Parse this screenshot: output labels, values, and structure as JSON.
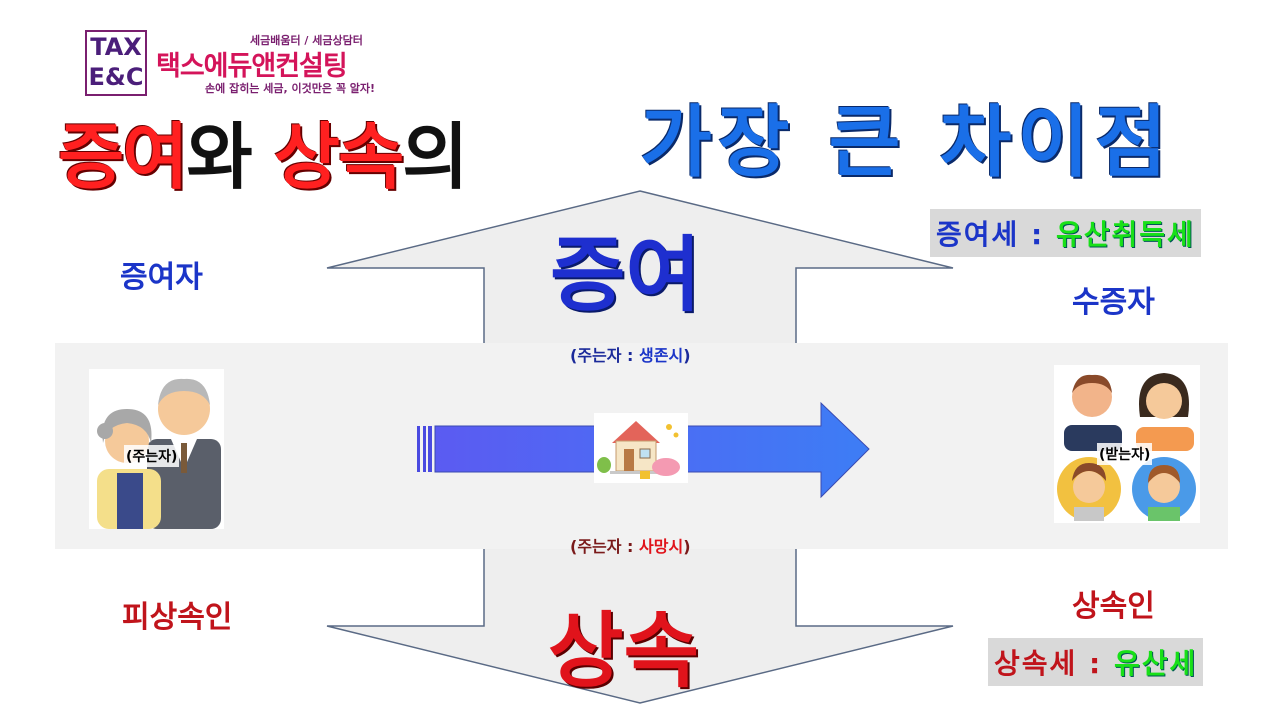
{
  "logo": {
    "mark_line1": "TAX",
    "mark_line2": "E&C",
    "tagline_top": "세금배움터 / 세금상담터",
    "company_name": "택스에듀앤컨설팅",
    "slogan": "손에 잡히는 세금, 이것만은 꼭 알자!"
  },
  "title": {
    "part1": "증여",
    "part2": "와 ",
    "part3": "상속",
    "part4": "의",
    "right": "가장 큰 차이점"
  },
  "gift": {
    "big_label": "증여",
    "giver": "증여자",
    "receiver": "수증자",
    "tax_prefix": "증여세 : ",
    "tax_type": "유산취득세",
    "condition_prefix": "(주는자 : ",
    "condition_value": "생존시",
    "condition_suffix": ")"
  },
  "inheritance": {
    "big_label": "상속",
    "giver": "피상속인",
    "receiver": "상속인",
    "tax_prefix": "상속세 : ",
    "tax_type": "유산세",
    "condition_prefix": "(주는자 : ",
    "condition_value": "사망시",
    "condition_suffix": ")"
  },
  "people": {
    "giver_label": "(주는자)",
    "receiver_label": "(받는자)"
  },
  "colors": {
    "blue_text": "#1b35c8",
    "red_text": "#c0141b",
    "title_blue": "#1a6fe8",
    "tax_green": "#18e018",
    "arrow_start": "#5a5af0",
    "arrow_end": "#3e7cf5"
  }
}
